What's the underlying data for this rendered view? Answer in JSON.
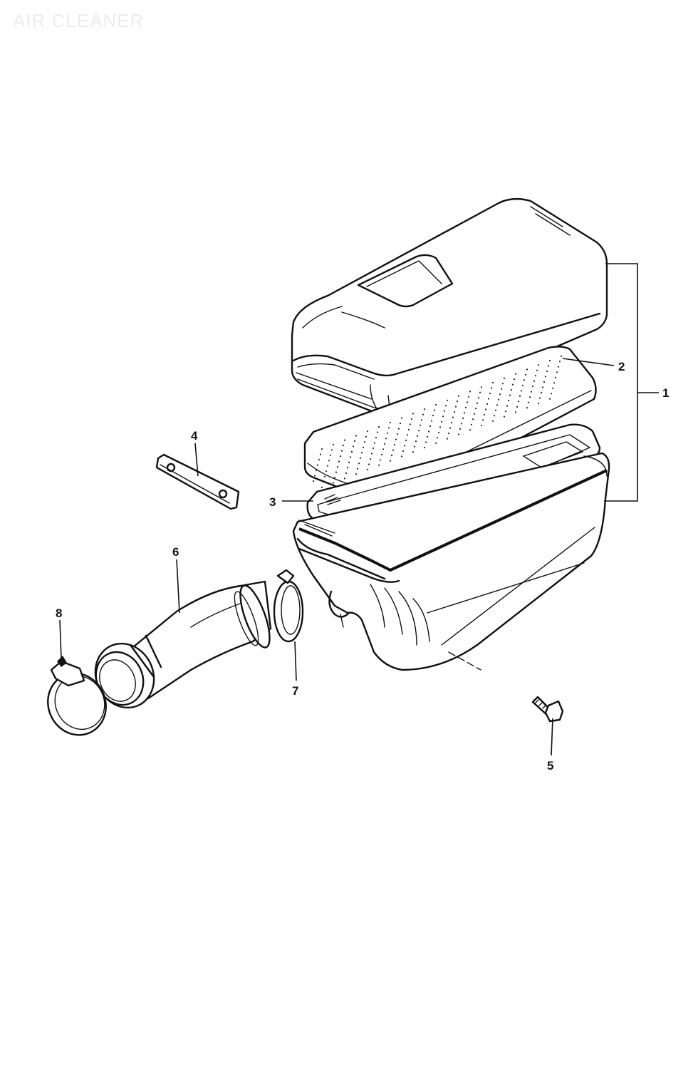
{
  "title": "AIR CLEANER",
  "parts": [
    {
      "ref": "1",
      "part": "air-cleaner-assembly"
    },
    {
      "ref": "2",
      "part": "filter-element"
    },
    {
      "ref": "3",
      "part": "gasket"
    },
    {
      "ref": "4",
      "part": "bracket"
    },
    {
      "ref": "5",
      "part": "bolt"
    },
    {
      "ref": "6",
      "part": "intake-hose"
    },
    {
      "ref": "7",
      "part": "hose-clamp"
    },
    {
      "ref": "8",
      "part": "hose-clamp-large"
    }
  ]
}
